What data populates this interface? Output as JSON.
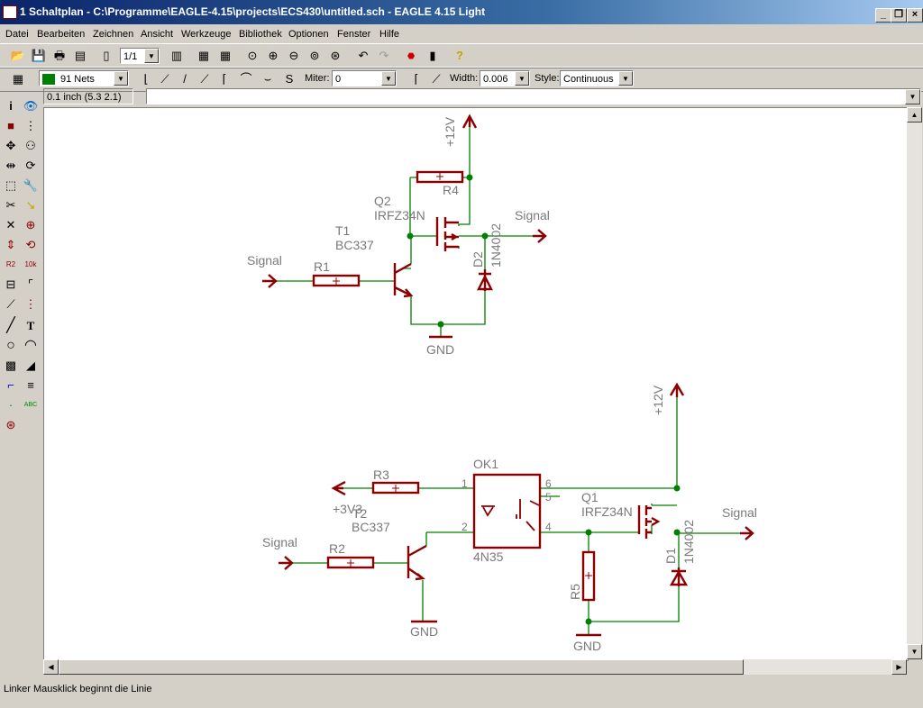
{
  "window": {
    "title": "1 Schaltplan - C:\\Programme\\EAGLE-4.15\\projects\\ECS430\\untitled.sch - EAGLE 4.15 Light"
  },
  "menu": [
    "Datei",
    "Bearbeiten",
    "Zeichnen",
    "Ansicht",
    "Werkzeuge",
    "Bibliothek",
    "Optionen",
    "Fenster",
    "Hilfe"
  ],
  "toolbar": {
    "sheet": "1/1"
  },
  "wiretoolbar": {
    "layer": "91 Nets",
    "miter_label": "Miter:",
    "miter_value": "0",
    "width_label": "Width:",
    "width_value": "0.006",
    "style_label": "Style:",
    "style_value": "Continuous"
  },
  "coord": "0.1 inch (5.3 2.1)",
  "status": "Linker Mausklick beginnt die Linie",
  "colors": {
    "part": "#8b0000",
    "label": "#7a7a7a",
    "net": "#008000"
  },
  "schematic": {
    "top": {
      "supply": "+12V",
      "q2_name": "Q2",
      "q2_value": "IRFZ34N",
      "r4": "R4",
      "signal_out": "Signal",
      "t1_name": "T1",
      "t1_value": "BC337",
      "d2_name": "D2",
      "d2_value": "1N4002",
      "signal_in": "Signal",
      "r1": "R1",
      "gnd": "GND"
    },
    "bottom": {
      "supply": "+12V",
      "ok1_name": "OK1",
      "ok1_value": "4N35",
      "r3": "R3",
      "v33": "+3V3",
      "t2_name": "T2",
      "t2_value": "BC337",
      "pin1": "1",
      "pin2": "2",
      "pin4": "4",
      "pin5": "5",
      "pin6": "6",
      "q1_name": "Q1",
      "q1_value": "IRFZ34N",
      "signal_out": "Signal",
      "signal_in": "Signal",
      "r2": "R2",
      "r5": "R5",
      "d1_name": "D1",
      "d1_value": "1N4002",
      "gnd_t2": "GND",
      "gnd_r5": "GND"
    }
  }
}
